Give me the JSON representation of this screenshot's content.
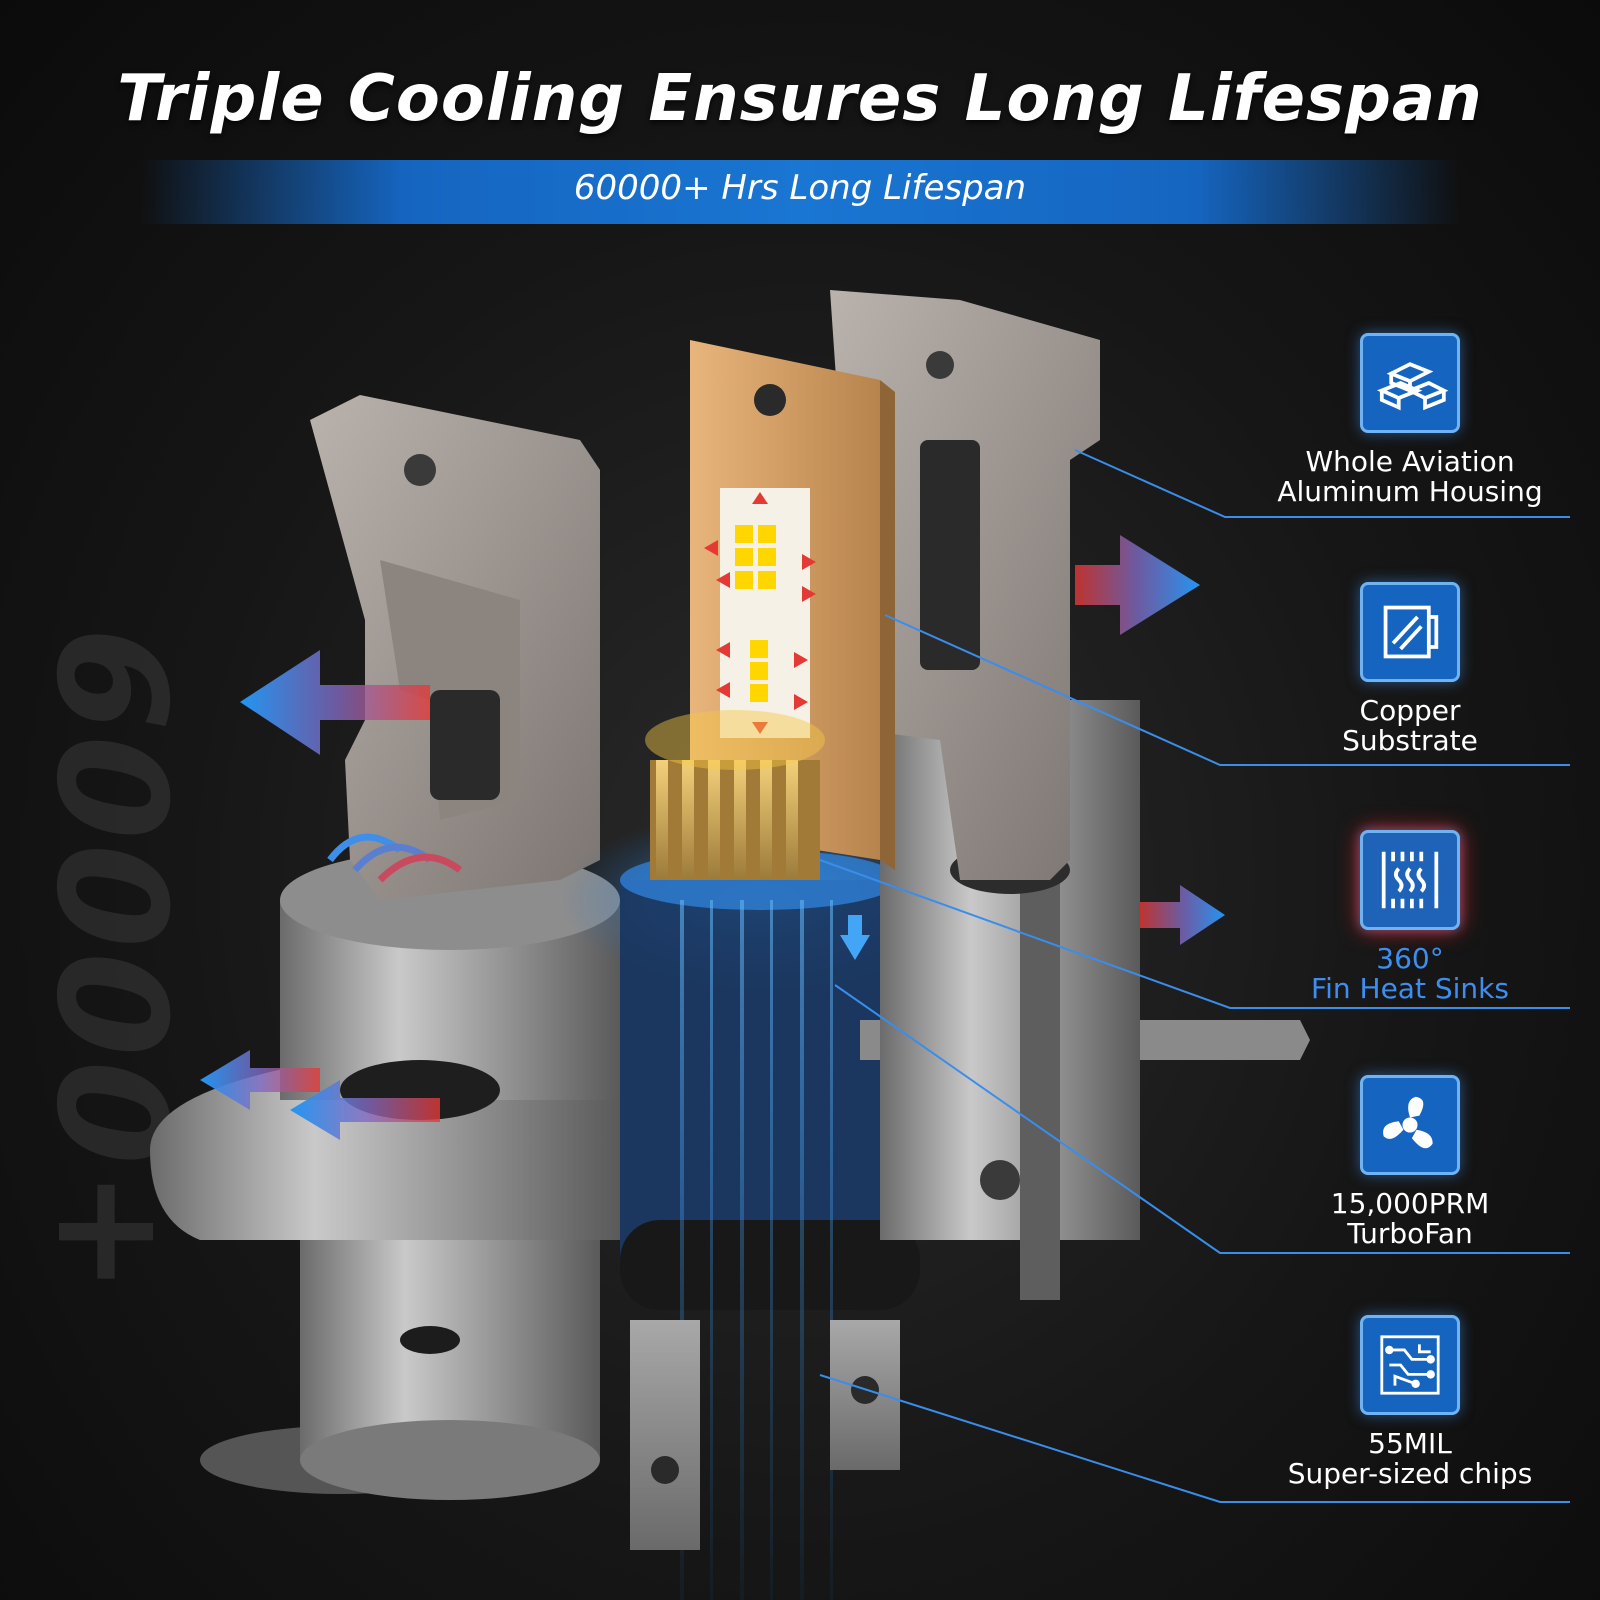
{
  "header": {
    "title": "Triple Cooling Ensures Long Lifespan",
    "subtitle": "60000+ Hrs Long Lifespan"
  },
  "watermark": {
    "text": "60000+"
  },
  "features": [
    {
      "icon": "aluminum-ingots-icon",
      "line1": "Whole Aviation",
      "line2": "Aluminum Housing"
    },
    {
      "icon": "copper-substrate-icon",
      "line1": "Copper",
      "line2": "Substrate"
    },
    {
      "icon": "fin-heat-sink-icon",
      "line1": "360°",
      "line2": "Fin Heat Sinks"
    },
    {
      "icon": "fan-icon",
      "line1": "15,000PRM",
      "line2": "TurboFan"
    },
    {
      "icon": "chip-icon",
      "line1": "55MIL",
      "line2": "Super-sized chips"
    }
  ],
  "colors": {
    "accent_blue": "#1565c0",
    "hot_red": "#e53935",
    "copper": "#d9a36a",
    "housing_silver": "#9a9a9a"
  }
}
